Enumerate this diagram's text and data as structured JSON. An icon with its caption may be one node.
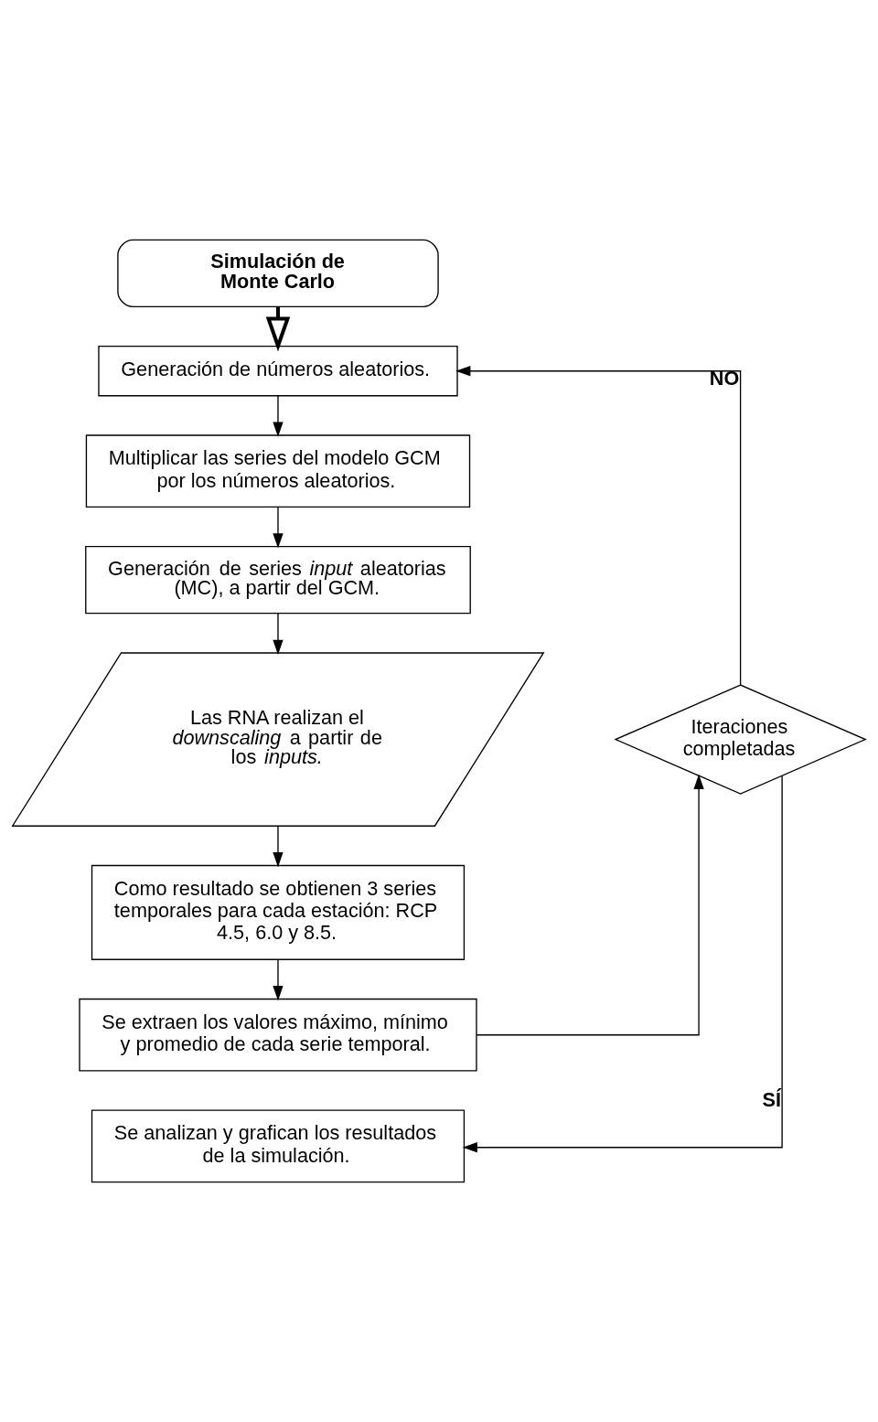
{
  "diagram": {
    "nodes": [
      {
        "text": [
          "Simulación de Monte Carlo"
        ]
      },
      {
        "text": [
          "Generación de números aleatorios."
        ]
      },
      {
        "text": [
          "Multiplicar las series del modelo GCM por los números aleatorios."
        ]
      },
      {
        "text": [
          "Generación de series *input* aleatorias (MC), a partir del GCM."
        ]
      },
      {
        "text": [
          "Las RNA realizan el *downscaling* a partir de los *inputs.*"
        ]
      },
      {
        "text": [
          "Como resultado se obtienen 3 series temporales para cada estación: RCP 4.5, 6.0 y 8.5."
        ]
      },
      {
        "text": [
          "Se extraen los valores máximo, mínimo y promedio de cada serie temporal."
        ]
      },
      {
        "text": [
          "Iteraciones completadas"
        ]
      },
      {
        "text": [
          "Se analizan y grafican los resultados de la simulación."
        ]
      }
    ],
    "edges": [
      {
        "from": 0,
        "to": 1,
        "arrow": "to",
        "style": "thick"
      },
      {
        "from": 1,
        "to": 2,
        "arrow": "to"
      },
      {
        "from": 2,
        "to": 3,
        "arrow": "to"
      },
      {
        "from": 3,
        "to": 4,
        "arrow": "to"
      },
      {
        "from": 4,
        "to": 5,
        "arrow": "to"
      },
      {
        "from": 5,
        "to": 6,
        "arrow": "to"
      },
      {
        "from": 6,
        "to": 7,
        "arrow": "to"
      },
      {
        "from": 7,
        "to": 1,
        "arrow": "to",
        "label": "NO"
      },
      {
        "from": 7,
        "to": 8,
        "arrow": "to",
        "label": "SÍ"
      }
    ]
  }
}
